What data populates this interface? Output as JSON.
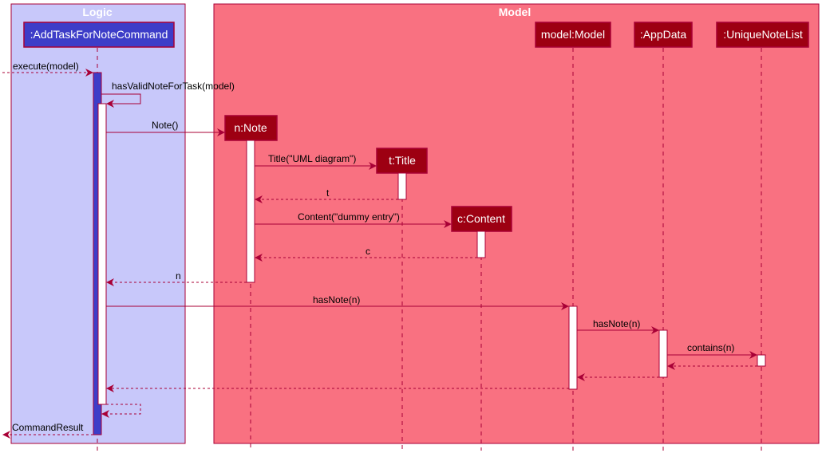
{
  "groups": {
    "logic": {
      "title": "Logic",
      "fill": "#C8C8FA"
    },
    "model": {
      "title": "Model",
      "fill": "#F97181"
    }
  },
  "participants": {
    "command": ":AddTaskForNoteCommand",
    "note": "n:Note",
    "title": "t:Title",
    "content": "c:Content",
    "model": "model:Model",
    "appdata": ":AppData",
    "notelist": ":UniqueNoteList"
  },
  "messages": {
    "execute": "execute(model)",
    "has_valid": "hasValidNoteForTask(model)",
    "note_ctor": "Note()",
    "title_ctor": "Title(\"UML diagram\")",
    "title_ret": "t",
    "content_ctor": "Content(\"dummy entry\")",
    "content_ret": "c",
    "note_ret": "n",
    "has_note_model": "hasNote(n)",
    "has_note_appdata": "hasNote(n)",
    "contains": "contains(n)",
    "result": "CommandResult"
  },
  "colors": {
    "logic_participant": "#3D3DC8",
    "model_participant": "#9D0012",
    "arrow": "#A80036",
    "activation_logic": "#3D3DC8",
    "activation_white": "#ffffff"
  }
}
